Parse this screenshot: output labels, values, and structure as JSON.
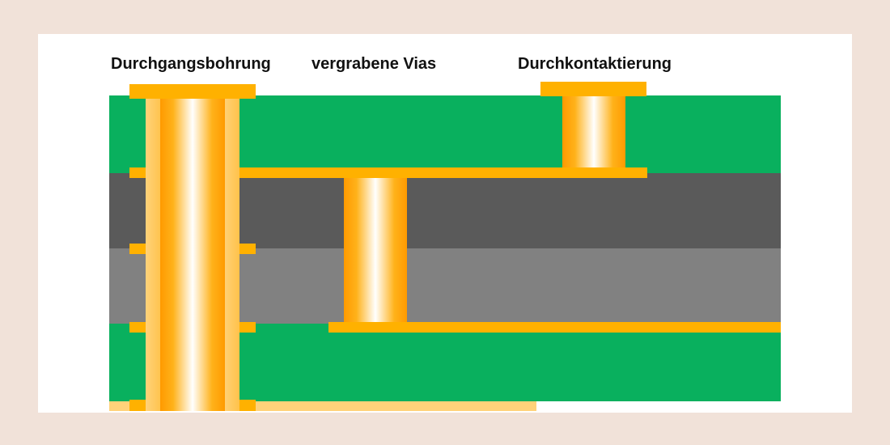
{
  "labels": {
    "through_hole": "Durchgangsbohrung",
    "buried_vias": "vergrabene Vias",
    "plated_through": "Durchkontaktierung"
  },
  "colors": {
    "background": "#f1e2d9",
    "panel": "#ffffff",
    "substrate_green": "#09b05e",
    "core_dark_gray": "#5a5a5a",
    "core_light_gray": "#818181",
    "copper": "#ffb100",
    "copper_light": "#ffd27a",
    "label_text": "#111111"
  },
  "layers": [
    "green-prepreg-top",
    "dark-core",
    "light-core",
    "green-prepreg-bottom"
  ],
  "vias": [
    "through-hole",
    "buried-via",
    "blind-via"
  ]
}
